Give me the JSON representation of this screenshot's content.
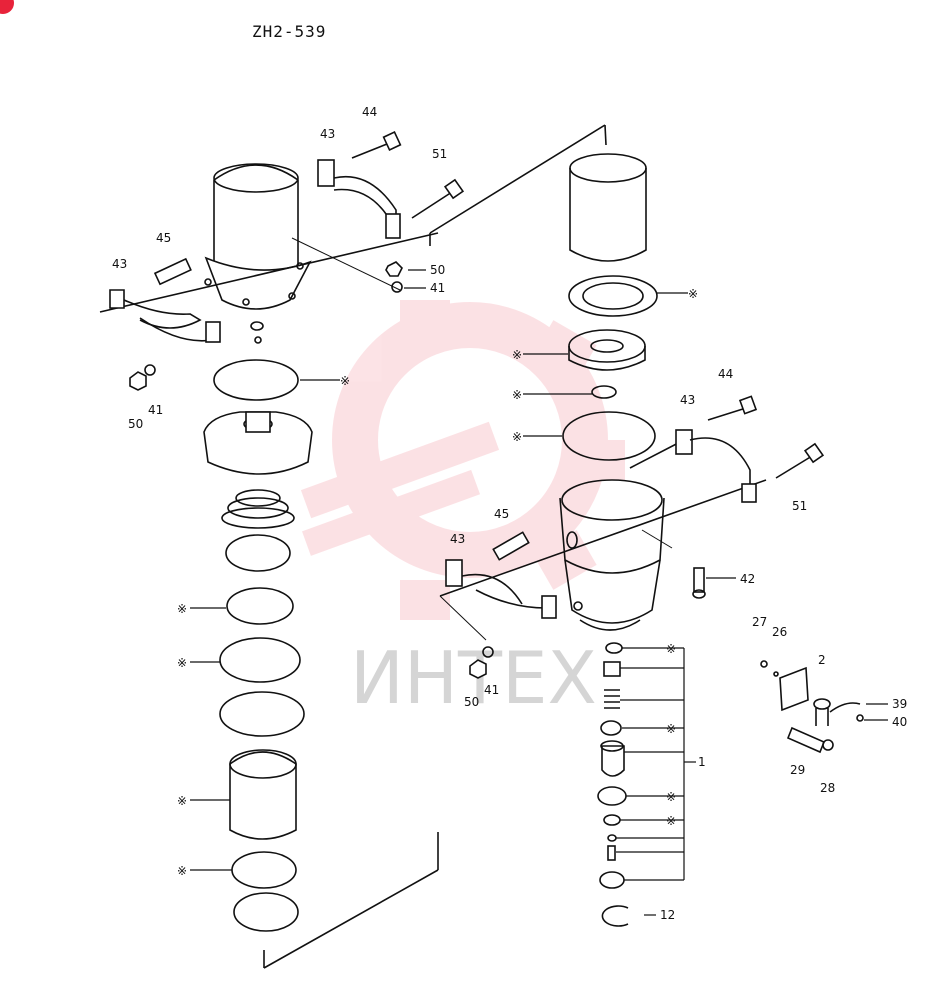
{
  "header": {
    "badge": "",
    "title": "ZH2-539"
  },
  "watermark": {
    "text": "ИНТЕХ",
    "color": "#e8233a"
  },
  "callouts": {
    "c43a": "43",
    "c44a": "44",
    "c51a": "51",
    "c45a": "45",
    "c43b": "43",
    "c50a": "50",
    "c41a": "41",
    "c50b": "50",
    "c41b": "41",
    "c44b": "44",
    "c43c": "43",
    "c51b": "51",
    "c45b": "45",
    "c43d": "43",
    "c42": "42",
    "c50c": "50",
    "c41c": "41",
    "c27": "27",
    "c26": "26",
    "c2": "2",
    "c39": "39",
    "c40": "40",
    "c29": "29",
    "c28": "28",
    "c1": "1",
    "c12": "12",
    "kit": "※"
  }
}
